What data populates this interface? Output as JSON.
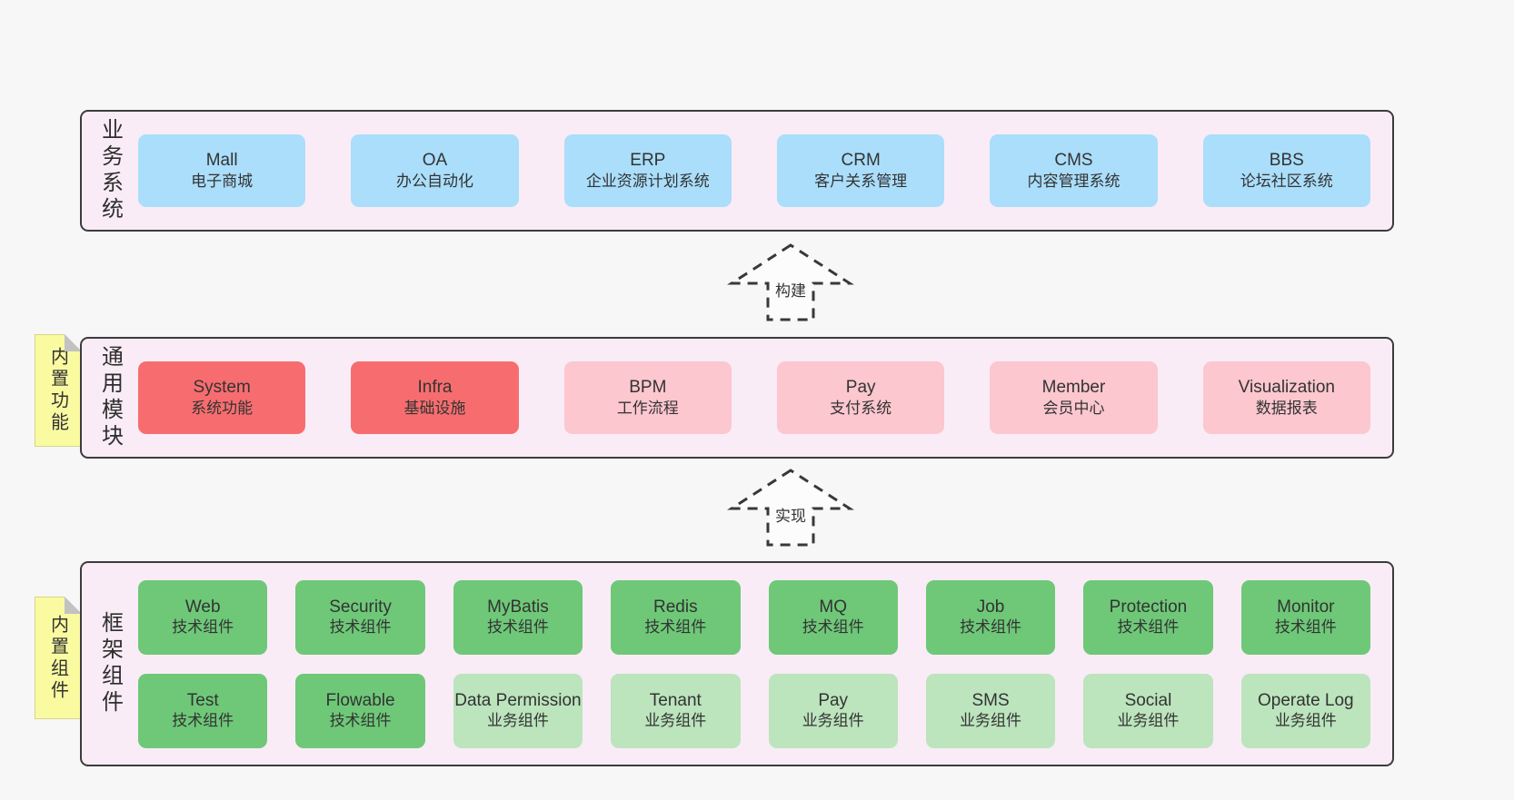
{
  "colors": {
    "page_background": "#f7f7f7",
    "layer_fill": "#f9ecf6",
    "layer_border": "#3c3c3c",
    "box_blue": "#aadefb",
    "box_red": "#f76d6f",
    "box_pink": "#fcc7ce",
    "box_green": "#6ec878",
    "box_light_green": "#bce4bd",
    "note_yellow": "#fafaa0",
    "text": "#333333"
  },
  "arrows": [
    {
      "label": "构建"
    },
    {
      "label": "实现"
    }
  ],
  "notes": [
    {
      "label": "内置功能"
    },
    {
      "label": "内置组件"
    }
  ],
  "layers": [
    {
      "label": "业务系统",
      "boxes": [
        {
          "title": "Mall",
          "subtitle": "电子商城"
        },
        {
          "title": "OA",
          "subtitle": "办公自动化"
        },
        {
          "title": "ERP",
          "subtitle": "企业资源计划系统"
        },
        {
          "title": "CRM",
          "subtitle": "客户关系管理"
        },
        {
          "title": "CMS",
          "subtitle": "内容管理系统"
        },
        {
          "title": "BBS",
          "subtitle": "论坛社区系统"
        }
      ]
    },
    {
      "label": "通用模块",
      "boxes": [
        {
          "title": "System",
          "subtitle": "系统功能"
        },
        {
          "title": "Infra",
          "subtitle": "基础设施"
        },
        {
          "title": "BPM",
          "subtitle": "工作流程"
        },
        {
          "title": "Pay",
          "subtitle": "支付系统"
        },
        {
          "title": "Member",
          "subtitle": "会员中心"
        },
        {
          "title": "Visualization",
          "subtitle": "数据报表"
        }
      ]
    },
    {
      "label": "框架组件",
      "rows": [
        [
          {
            "title": "Web",
            "subtitle": "技术组件"
          },
          {
            "title": "Security",
            "subtitle": "技术组件"
          },
          {
            "title": "MyBatis",
            "subtitle": "技术组件"
          },
          {
            "title": "Redis",
            "subtitle": "技术组件"
          },
          {
            "title": "MQ",
            "subtitle": "技术组件"
          },
          {
            "title": "Job",
            "subtitle": "技术组件"
          },
          {
            "title": "Protection",
            "subtitle": "技术组件"
          },
          {
            "title": "Monitor",
            "subtitle": "技术组件"
          }
        ],
        [
          {
            "title": "Test",
            "subtitle": "技术组件"
          },
          {
            "title": "Flowable",
            "subtitle": "技术组件"
          },
          {
            "title": "Data Permission",
            "subtitle": "业务组件"
          },
          {
            "title": "Tenant",
            "subtitle": "业务组件"
          },
          {
            "title": "Pay",
            "subtitle": "业务组件"
          },
          {
            "title": "SMS",
            "subtitle": "业务组件"
          },
          {
            "title": "Social",
            "subtitle": "业务组件"
          },
          {
            "title": "Operate Log",
            "subtitle": "业务组件"
          }
        ]
      ]
    }
  ]
}
